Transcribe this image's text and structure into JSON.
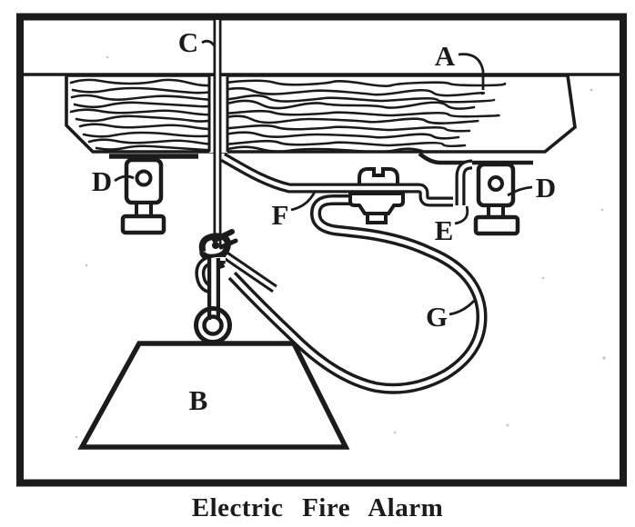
{
  "figure": {
    "caption": "Electric Fire Alarm",
    "labels": {
      "a": "A",
      "b": "B",
      "c": "C",
      "d_left": "D",
      "d_right": "D",
      "e": "E",
      "f": "F",
      "g": "G"
    },
    "colors": {
      "ink": "#1b1b1b",
      "paper": "#ffffff"
    }
  }
}
